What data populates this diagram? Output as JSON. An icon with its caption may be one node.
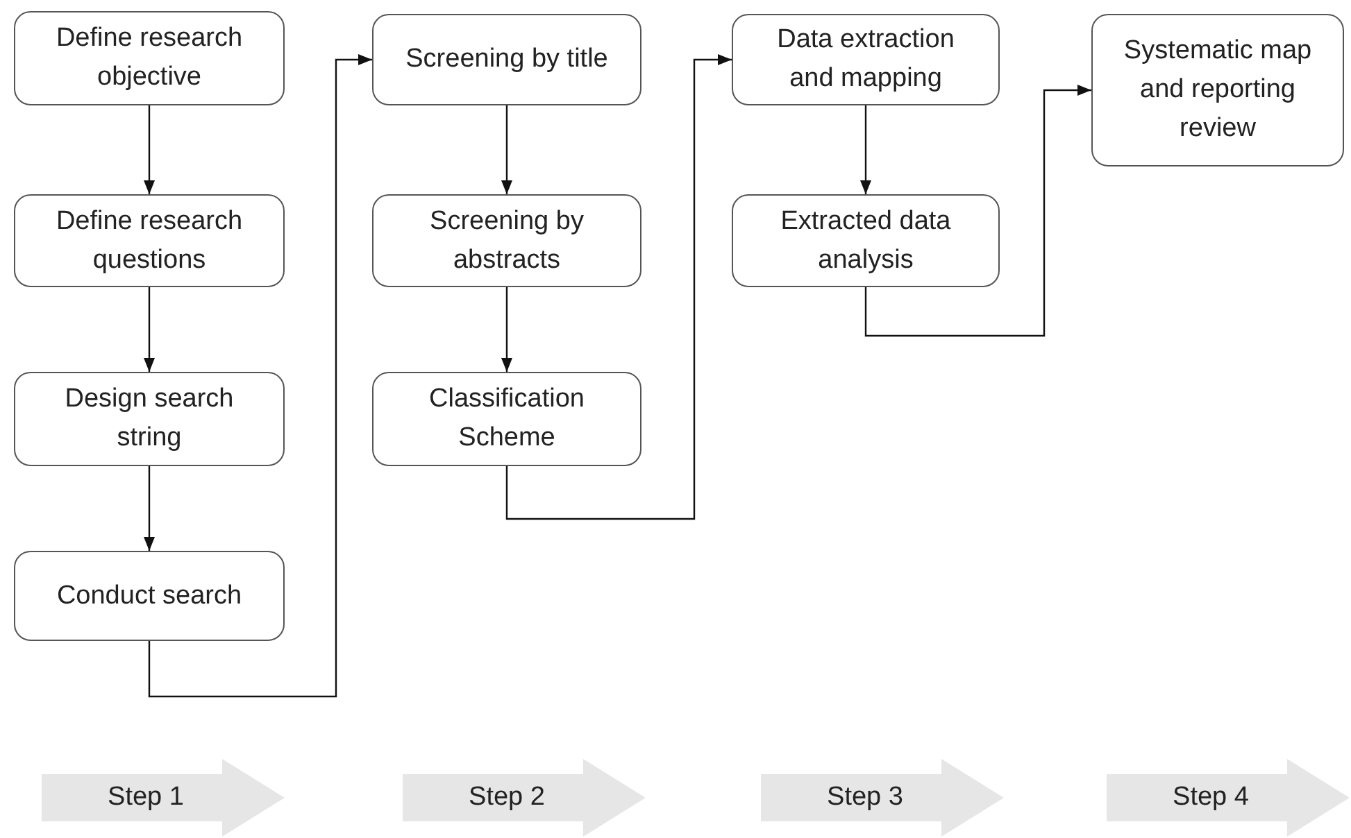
{
  "diagram": {
    "nodes": [
      {
        "text": [
          "Define research objective"
        ]
      },
      {
        "text": [
          "Define research questions"
        ]
      },
      {
        "text": [
          "Design search string"
        ]
      },
      {
        "text": [
          "Conduct search"
        ]
      },
      {
        "text": [
          "Screening by title"
        ]
      },
      {
        "text": [
          "Screening by abstracts"
        ]
      },
      {
        "text": [
          "Classification Scheme"
        ]
      },
      {
        "text": [
          "Data extraction and mapping"
        ]
      },
      {
        "text": [
          "Extracted data analysis"
        ]
      },
      {
        "text": [
          "Systematic map and reporting review"
        ]
      },
      {
        "text": [
          "Step 1"
        ]
      },
      {
        "text": [
          "Step 2"
        ]
      },
      {
        "text": [
          "Step 3"
        ]
      },
      {
        "text": [
          "Step 4"
        ]
      }
    ],
    "edges": [
      {
        "from": 0,
        "to": 1,
        "arrow": "to"
      },
      {
        "from": 1,
        "to": 2,
        "arrow": "to"
      },
      {
        "from": 2,
        "to": 3,
        "arrow": "to"
      },
      {
        "from": 3,
        "to": 4,
        "arrow": "to"
      },
      {
        "from": 4,
        "to": 5,
        "arrow": "to"
      },
      {
        "from": 5,
        "to": 6,
        "arrow": "to"
      },
      {
        "from": 6,
        "to": 7,
        "arrow": "to"
      },
      {
        "from": 7,
        "to": 8,
        "arrow": "to"
      },
      {
        "from": 8,
        "to": 9,
        "arrow": "to"
      }
    ]
  }
}
